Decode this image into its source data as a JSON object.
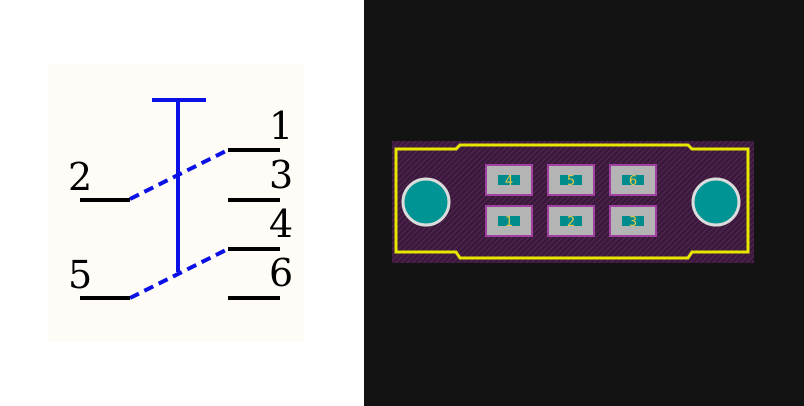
{
  "schematic": {
    "background": "#fffcf7",
    "wire_color": "#000000",
    "actuator_color": "#0a10e6",
    "pins": [
      {
        "label": "1"
      },
      {
        "label": "2"
      },
      {
        "label": "3"
      },
      {
        "label": "4"
      },
      {
        "label": "5"
      },
      {
        "label": "6"
      }
    ]
  },
  "pcb": {
    "background": "#131313",
    "board_fill": "#3a1a3a",
    "outline_color": "#e6e600",
    "pad_color": "#b4b4b4",
    "pad_copper": "#008c8c",
    "hole_color": "#009494",
    "pads": [
      {
        "label": "4"
      },
      {
        "label": "5"
      },
      {
        "label": "6"
      },
      {
        "label": "1"
      },
      {
        "label": "2"
      },
      {
        "label": "3"
      }
    ]
  }
}
